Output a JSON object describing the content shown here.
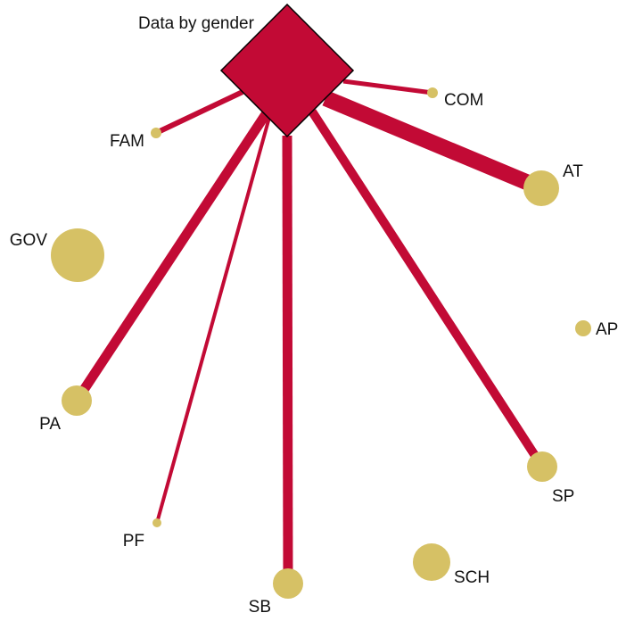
{
  "title": "Data by gender",
  "colors": {
    "hub": "#c20a35",
    "edge": "#c20a35",
    "node": "#d6c165",
    "background": "#ffffff",
    "text": "#111111"
  },
  "nodes": [
    {
      "id": "COM",
      "label": "COM"
    },
    {
      "id": "AT",
      "label": "AT"
    },
    {
      "id": "FAM",
      "label": "FAM"
    },
    {
      "id": "GOV",
      "label": "GOV"
    },
    {
      "id": "AP",
      "label": "AP"
    },
    {
      "id": "PA",
      "label": "PA"
    },
    {
      "id": "SP",
      "label": "SP"
    },
    {
      "id": "PF",
      "label": "PF"
    },
    {
      "id": "SB",
      "label": "SB"
    },
    {
      "id": "SCH",
      "label": "SCH"
    }
  ],
  "edges": [
    {
      "from": "hub",
      "to": "COM"
    },
    {
      "from": "hub",
      "to": "AT"
    },
    {
      "from": "hub",
      "to": "FAM"
    },
    {
      "from": "hub",
      "to": "PA"
    },
    {
      "from": "hub",
      "to": "PF"
    },
    {
      "from": "hub",
      "to": "SB"
    },
    {
      "from": "hub",
      "to": "SP"
    }
  ]
}
